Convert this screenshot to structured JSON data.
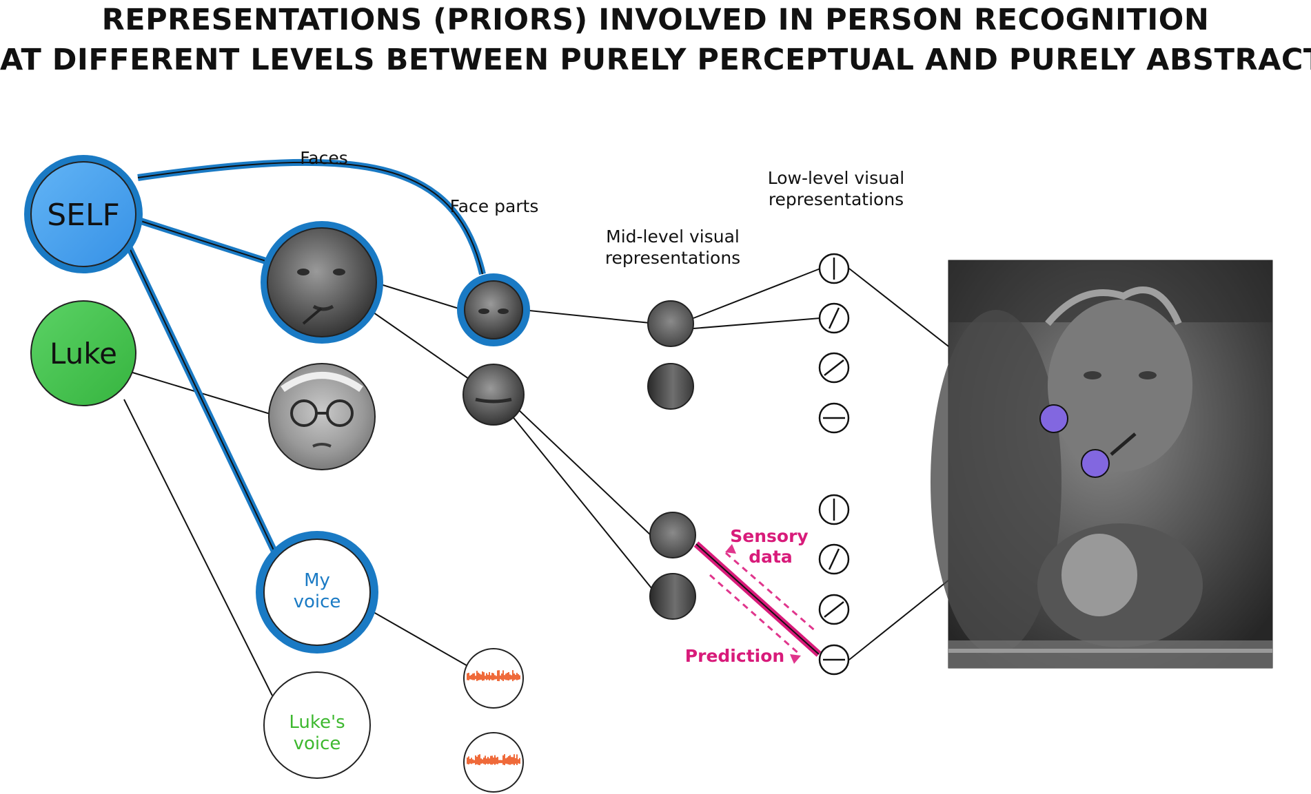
{
  "title": {
    "line1": "REPRESENTATIONS (PRIORS) INVOLVED IN PERSON RECOGNITION",
    "line2": "AT DIFFERENT LEVELS BETWEEN PURELY PERCEPTUAL AND PURELY ABSTRACT"
  },
  "columns": {
    "faces": "Faces",
    "face_parts": "Face parts",
    "mid_level_1": "Mid-level visual",
    "mid_level_2": "representations",
    "low_level_1": "Low-level visual",
    "low_level_2": "representations"
  },
  "nodes": {
    "self": "SELF",
    "luke": "Luke",
    "my_voice_1": "My",
    "my_voice_2": "voice",
    "lukes_voice_1": "Luke's",
    "lukes_voice_2": "voice"
  },
  "annotations": {
    "sensory_1": "Sensory",
    "sensory_2": "data",
    "prediction": "Prediction"
  },
  "colors": {
    "self_blue": "#1a7ac4",
    "self_fill": "#4aa3ef",
    "luke_green": "#43c04a",
    "lukes_voice_text": "#3db82f",
    "my_voice_text": "#1a7ac4",
    "prediction_magenta": "#d81b7a",
    "pixel_node": "#8267e0",
    "waveform": "#ef6a3a"
  }
}
